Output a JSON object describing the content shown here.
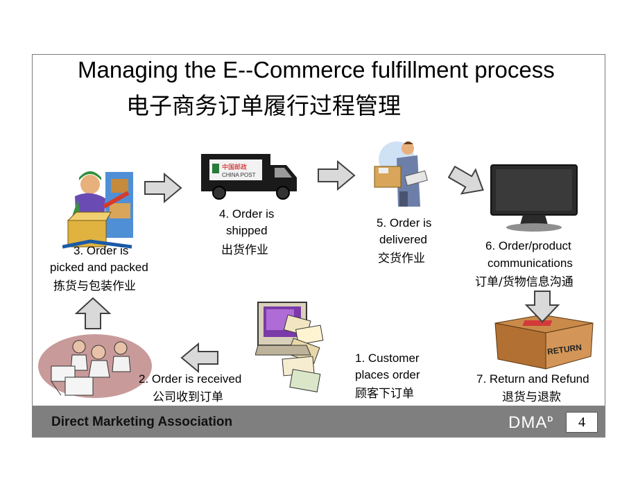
{
  "title": {
    "english": "Managing the E--Commerce fulfillment process",
    "chinese": "电子商务订单履行过程管理"
  },
  "steps": [
    {
      "line1": "1.    Customer",
      "line2": "places  order",
      "chinese": "顾客下订单"
    },
    {
      "line1": "2.    Order  is received",
      "chinese": "公司收到订单"
    },
    {
      "line1": "3.    Order is",
      "line2": "picked  and  packed",
      "chinese": "拣货与包装作业"
    },
    {
      "line1": "4.    Order     is",
      "line2": "shipped",
      "chinese": "出货作业"
    },
    {
      "line1": "5.    Order     is",
      "line2": "delivered",
      "chinese": "交货作业"
    },
    {
      "line1": "6.    Order/product",
      "line2": "communications",
      "chinese": "订单/货物信息沟通"
    },
    {
      "line1": "7.    Return and Refund",
      "chinese": "退货与退款"
    }
  ],
  "truck": {
    "logo_cn": "中国邮政",
    "logo_en": "CHINA POST"
  },
  "return_box_label": "RETURN",
  "footer": {
    "organization": "Direct Marketing Association",
    "logo": "DMA",
    "logo_mark": "D",
    "page_number": "4"
  },
  "colors": {
    "arrow_fill": "#d9d9d9",
    "arrow_stroke": "#404040",
    "footer_bar": "#7f7f7f"
  }
}
